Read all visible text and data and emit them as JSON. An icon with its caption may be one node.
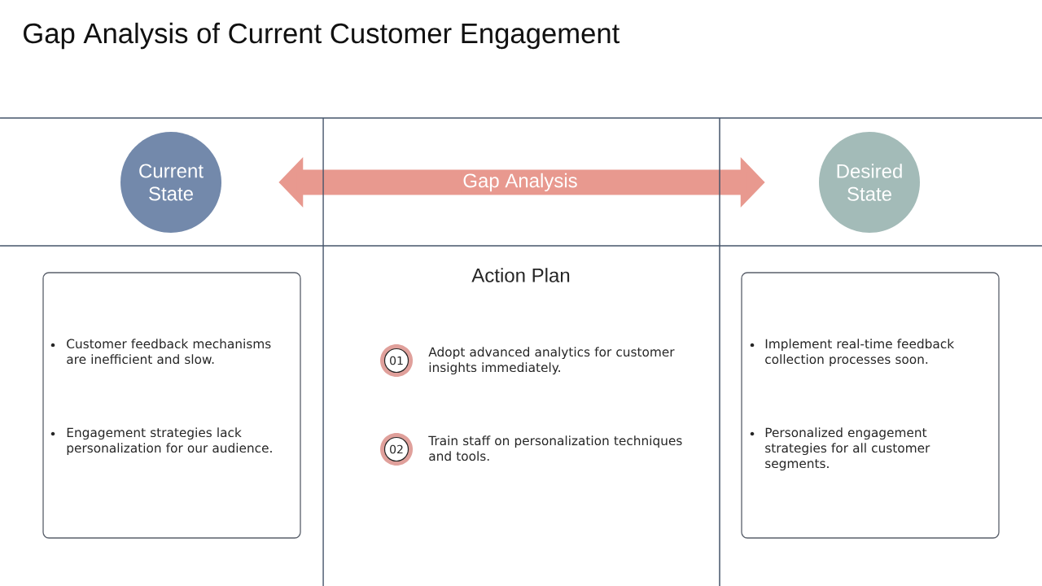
{
  "diagram": {
    "title": "Gap Analysis of Current Customer Engagement",
    "nodes": [
      {
        "text": [
          "Current State"
        ]
      },
      {
        "text": [
          "Desired State"
        ]
      },
      {
        "text": [
          "Customer feedback mechanisms are inefficient and slow.",
          "Engagement strategies lack personalization for our audience."
        ]
      },
      {
        "text": [
          "Implement real-time feedback collection processes soon.",
          "Personalized engagement strategies for all customer segments."
        ]
      },
      {
        "text": [
          "01"
        ],
        "beside": [
          "Adopt advanced analytics for customer insights immediately."
        ]
      },
      {
        "text": [
          "02"
        ],
        "beside": [
          "Train staff on personalization techniques and tools."
        ]
      }
    ],
    "edges": [
      {
        "from": 0,
        "to": 1,
        "arrow": "both",
        "label": "Gap Analysis"
      }
    ],
    "labels": [
      "Action Plan"
    ]
  }
}
